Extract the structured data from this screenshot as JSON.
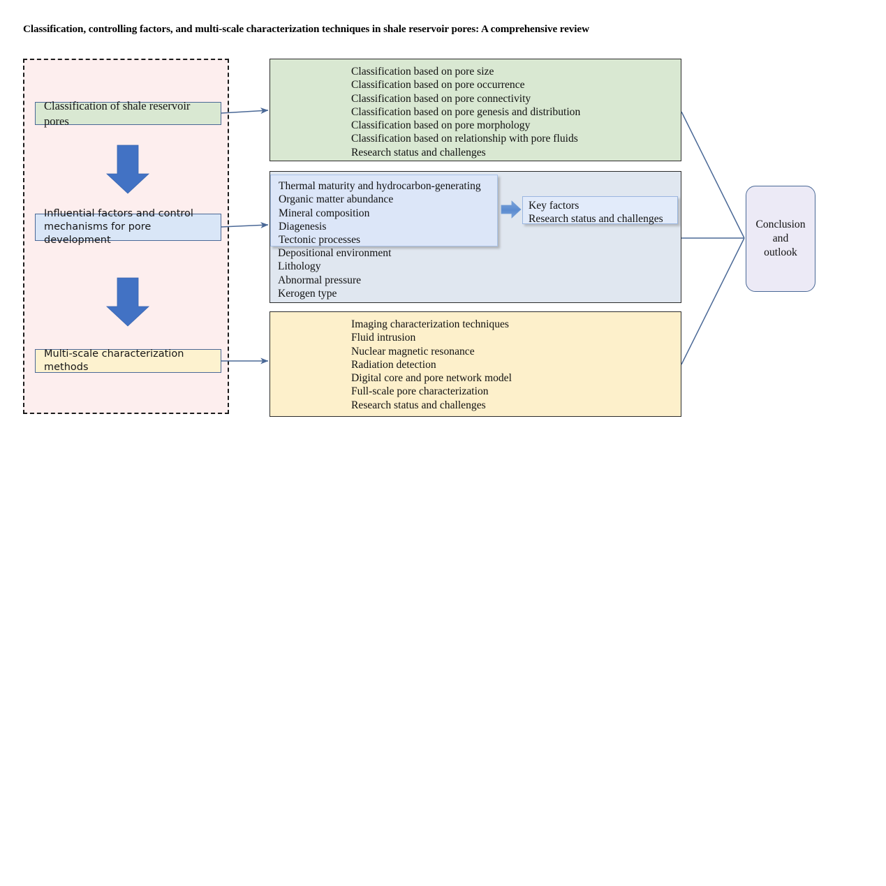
{
  "page": {
    "title": "Classification, controlling factors, and multi-scale characterization techniques in shale reservoir pores: A comprehensive review"
  },
  "colors": {
    "green_fill": "#d9e8d2",
    "blue_fill": "#e0e7f0",
    "inner_blue_fill": "#dce6f8",
    "yellow_fill": "#fdf0cb",
    "pink_container_fill": "#fdeeee",
    "conclusion_fill": "#eceaf6",
    "box_border": "#2b2b2b",
    "stage_border": "#4a6896",
    "connector_line": "#4a6896",
    "block_arrow": "#4272c4"
  },
  "stages": {
    "container_label": "pore-research-workflow",
    "items": [
      {
        "id": "classification",
        "label": "Classification of shale reservoir pores"
      },
      {
        "id": "influential-factors",
        "line1": "Influential factors and control",
        "line2": "mechanisms for pore development"
      },
      {
        "id": "multi-scale",
        "label": "Multi-scale characterization methods"
      }
    ]
  },
  "green_box": {
    "name": "classification-topics",
    "items": [
      "Classification based on pore size",
      "Classification based on pore occurrence",
      "Classification based on pore connectivity",
      "Classification based on pore genesis and distribution",
      "Classification based on pore morphology",
      "Classification based on relationship with pore fluids",
      "Research status and challenges"
    ]
  },
  "blue_box": {
    "name": "influential-factors-topics",
    "inner_items": [
      "Thermal maturity and hydrocarbon-generating",
      "Organic matter abundance",
      "Mineral composition",
      "Diagenesis",
      "Tectonic processes"
    ],
    "outer_items": [
      "Depositional environment",
      "Lithology",
      "Abnormal pressure",
      "Kerogen type"
    ]
  },
  "key_factors_box": {
    "name": "key-factors-summary",
    "items": [
      "Key factors",
      "Research status and challenges"
    ]
  },
  "yellow_box": {
    "name": "characterization-methods-topics",
    "items": [
      "Imaging characterization techniques",
      "Fluid intrusion",
      "Nuclear magnetic resonance",
      "Radiation detection",
      "Digital core and pore network model",
      "Full-scale pore characterization",
      "Research status and challenges"
    ]
  },
  "conclusion_box": {
    "name": "conclusion-and-outlook",
    "lines": [
      "Conclusion",
      "and",
      "outlook"
    ]
  }
}
